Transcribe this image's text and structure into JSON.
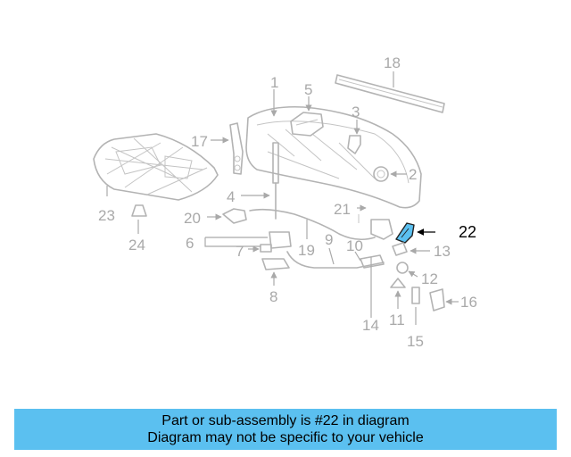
{
  "diagram": {
    "highlight_color": "#5bc0f0",
    "highlighted_part": "22",
    "labels": [
      "1",
      "2",
      "3",
      "4",
      "5",
      "6",
      "7",
      "8",
      "9",
      "10",
      "11",
      "12",
      "13",
      "14",
      "15",
      "16",
      "17",
      "18",
      "19",
      "20",
      "21",
      "22",
      "23",
      "24"
    ]
  },
  "banner": {
    "line1": "Part or sub-assembly is #22 in diagram",
    "line2": "Diagram may not be specific to your vehicle",
    "background": "#5bc0f0"
  }
}
